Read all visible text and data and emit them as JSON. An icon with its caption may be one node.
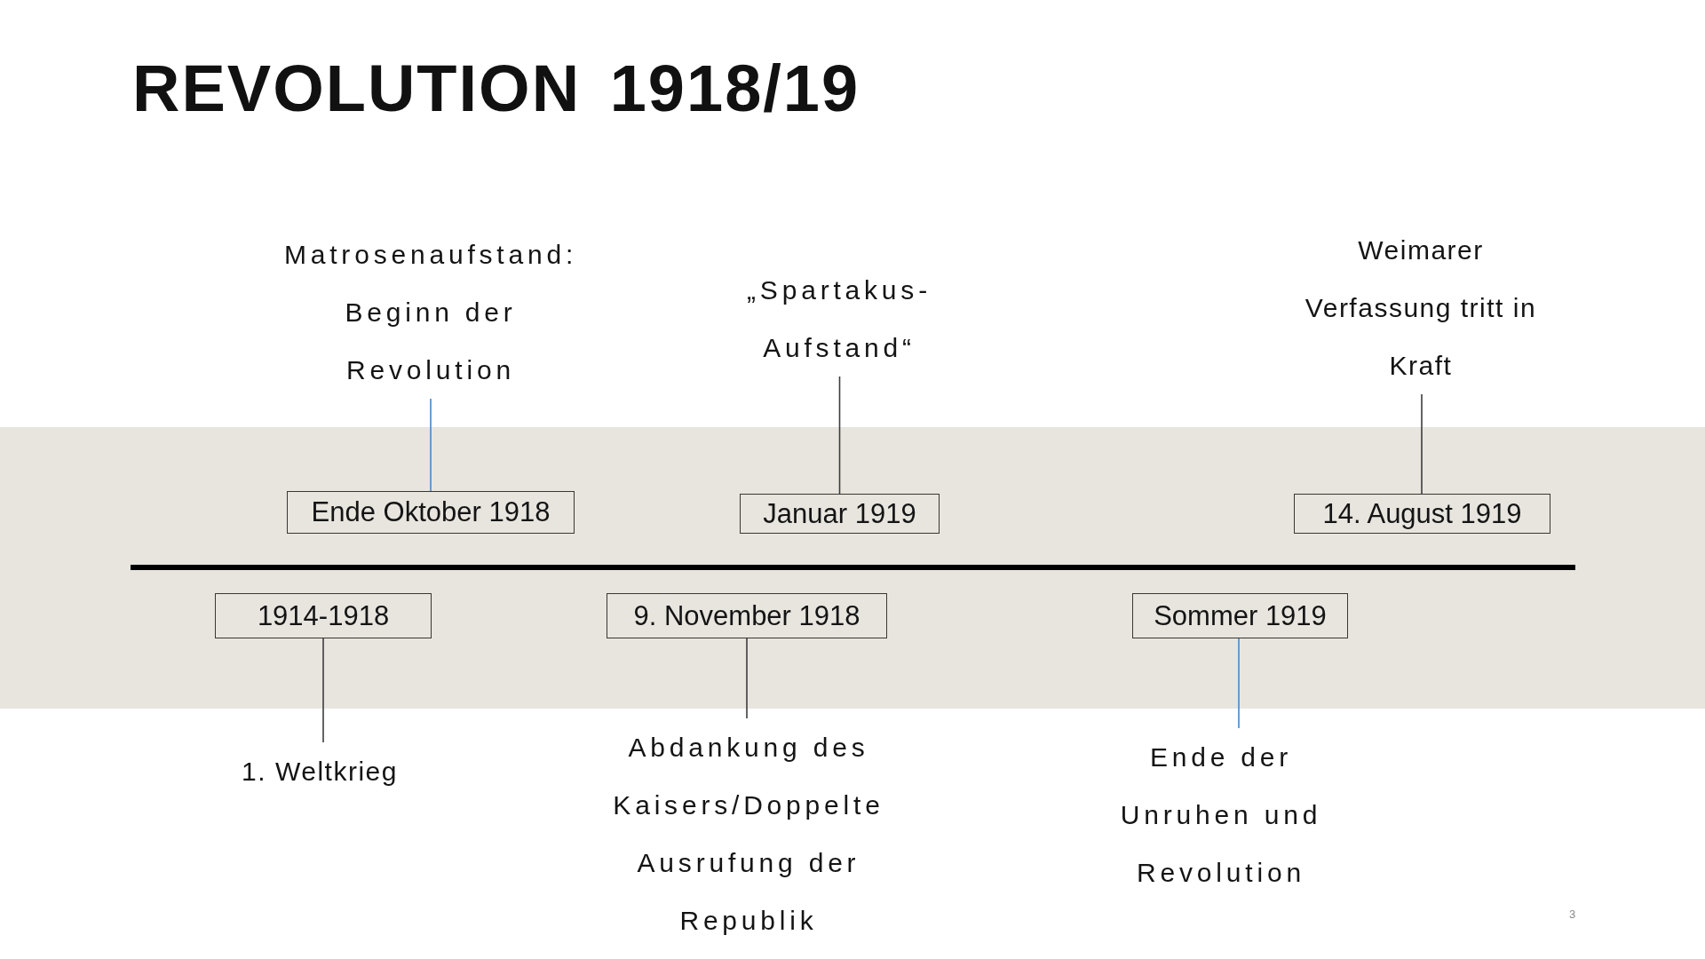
{
  "diagram": {
    "title": "REVOLUTION 1918/19",
    "nodes": [
      {
        "text": [
          "Matrosenaufstand: Beginn der Revolution"
        ]
      },
      {
        "text": [
          "„Spartakus-Aufstand“"
        ]
      },
      {
        "text": [
          "Weimarer Verfassung tritt in Kraft"
        ]
      },
      {
        "text": [
          "Ende Oktober 1918"
        ]
      },
      {
        "text": [
          "Januar 1919"
        ]
      },
      {
        "text": [
          "14. August 1919"
        ]
      },
      {
        "text": [
          "1914-1918"
        ]
      },
      {
        "text": [
          "9. November 1918"
        ]
      },
      {
        "text": [
          "Sommer 1919"
        ]
      },
      {
        "text": [
          "1. Weltkrieg"
        ]
      },
      {
        "text": [
          "Abdankung des Kaisers/Doppelte Ausrufung der Republik"
        ]
      },
      {
        "text": [
          "Ende der Unruhen und Revolution"
        ]
      }
    ],
    "edges": [
      {
        "from": 0,
        "to": 3,
        "arrow": "none",
        "color": "#4a87c1"
      },
      {
        "from": 1,
        "to": 4,
        "arrow": "none"
      },
      {
        "from": 2,
        "to": 5,
        "arrow": "none"
      },
      {
        "from": 6,
        "to": 9,
        "arrow": "none"
      },
      {
        "from": 7,
        "to": 10,
        "arrow": "none"
      },
      {
        "from": 8,
        "to": 11,
        "arrow": "none",
        "color": "#4a87c1"
      }
    ],
    "labels": [
      "3"
    ]
  }
}
